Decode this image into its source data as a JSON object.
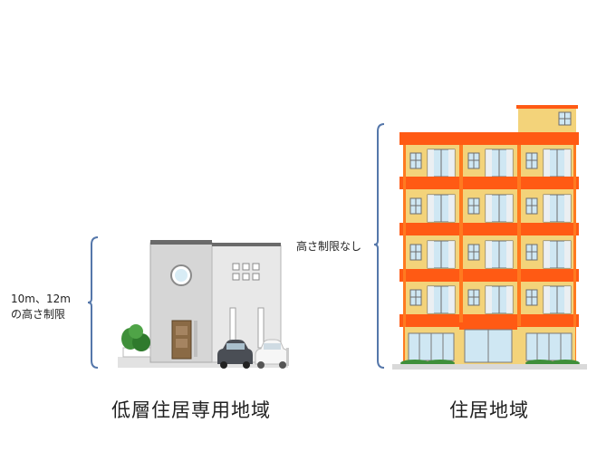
{
  "left": {
    "note_line1": "10m、12m",
    "note_line2": "の高さ制限",
    "caption": "低層住居専用地域"
  },
  "right": {
    "note": "高さ制限なし",
    "caption": "住居地域"
  },
  "colors": {
    "bracket": "#5577aa",
    "facade_yellow": "#f3d37a",
    "balcony_orange": "#ff5a14",
    "window_blue": "#cfe7f3",
    "house_gray": "#cfcfcf",
    "house_light": "#e6e6e6"
  }
}
